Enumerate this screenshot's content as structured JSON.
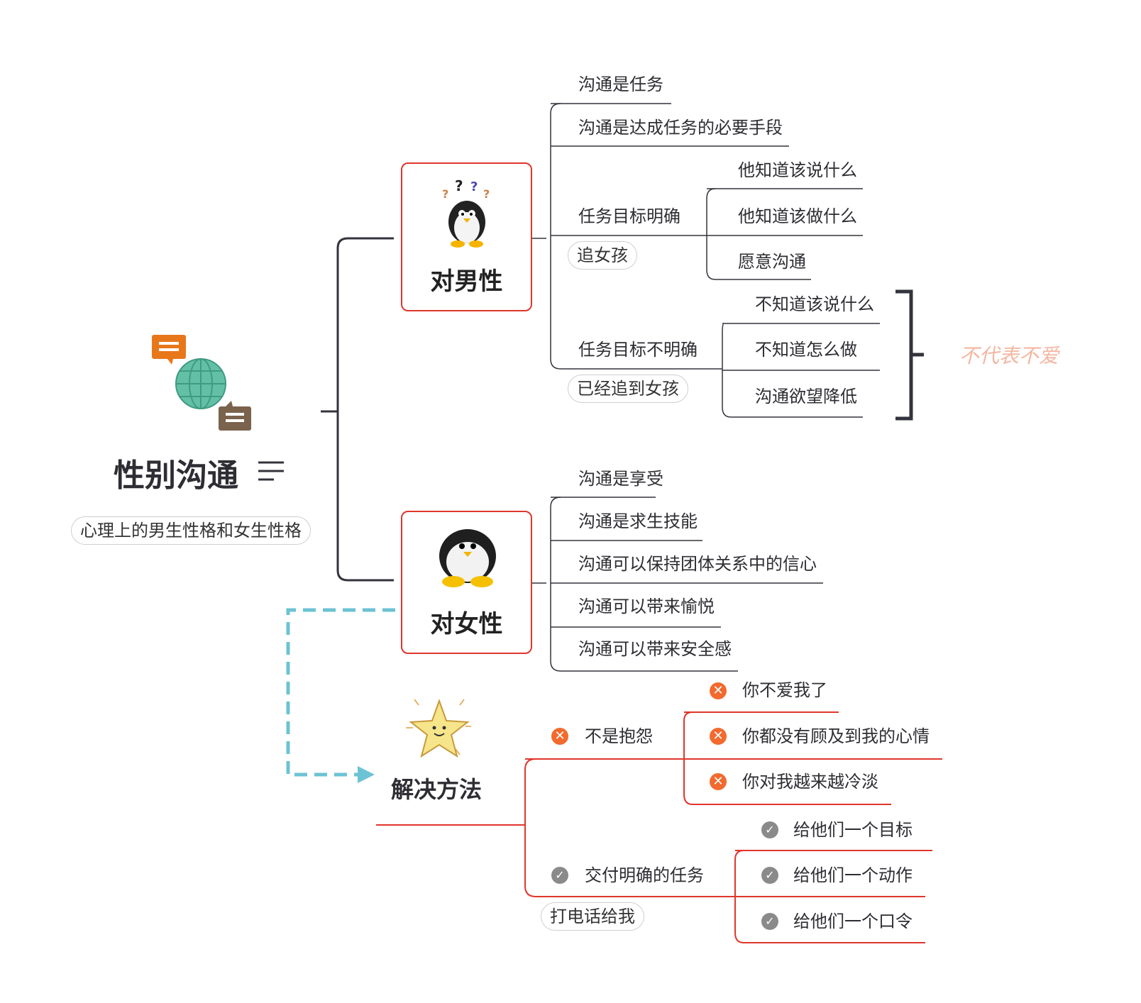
{
  "root": {
    "title": "性别沟通",
    "subtitle": "心理上的男生性格和女生性格",
    "icon": "globe-chat-icon"
  },
  "male": {
    "label": "对男性",
    "icon": "confused-penguin-icon",
    "items": [
      "沟通是任务",
      "沟通是达成任务的必要手段"
    ],
    "clear_goal": {
      "label": "任务目标明确",
      "tag": "追女孩",
      "children": [
        "他知道该说什么",
        "他知道该做什么",
        "愿意沟通"
      ]
    },
    "unclear_goal": {
      "label": "任务目标不明确",
      "tag": "已经追到女孩",
      "children": [
        "不知道该说什么",
        "不知道怎么做",
        "沟通欲望降低"
      ],
      "summary": "不代表不爱"
    }
  },
  "female": {
    "label": "对女性",
    "icon": "penguin-icon",
    "items": [
      "沟通是享受",
      "沟通是求生技能",
      "沟通可以保持团体关系中的信心",
      "沟通可以带来愉悦",
      "沟通可以带来安全感"
    ]
  },
  "solution": {
    "label": "解决方法",
    "icon": "star-icon",
    "not_complain": {
      "label": "不是抱怨",
      "marker": "cross-icon",
      "children": [
        "你不爱我了",
        "你都没有顾及到我的心情",
        "你对我越来越冷淡"
      ]
    },
    "clear_task": {
      "label": "交付明确的任务",
      "marker": "check-icon",
      "tag": "打电话给我",
      "children": [
        "给他们一个目标",
        "给他们一个动作",
        "给他们一个口令"
      ]
    }
  },
  "colors": {
    "branch": "#33333d",
    "accent": "#e0362c",
    "dashed": "#6cc3d3",
    "note": "#f4b6a0"
  }
}
